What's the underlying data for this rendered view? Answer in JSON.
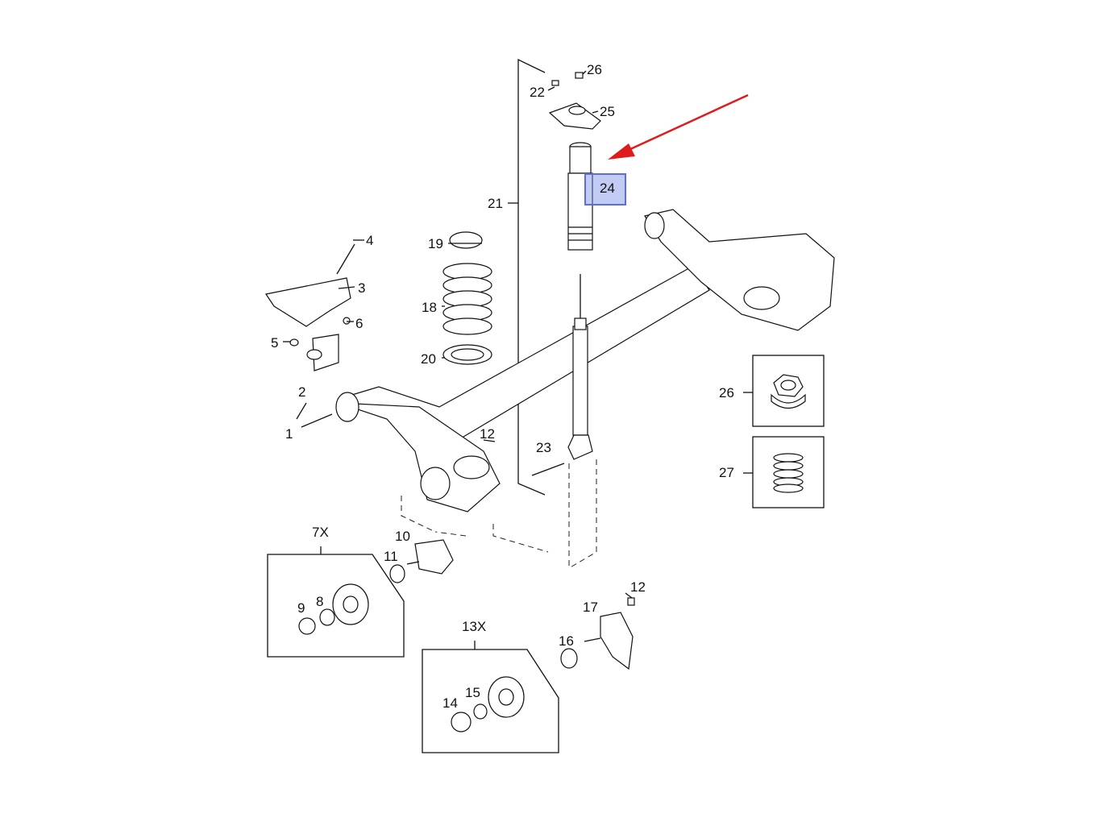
{
  "accent_color": "#e01b1b",
  "highlight_color": "#7f8fe6",
  "callouts": [
    {
      "id": "1",
      "text": "1"
    },
    {
      "id": "2",
      "text": "2"
    },
    {
      "id": "3",
      "text": "3"
    },
    {
      "id": "4",
      "text": "4"
    },
    {
      "id": "5",
      "text": "5"
    },
    {
      "id": "6",
      "text": "6"
    },
    {
      "id": "7X",
      "text": "7X"
    },
    {
      "id": "8",
      "text": "8"
    },
    {
      "id": "9",
      "text": "9"
    },
    {
      "id": "10",
      "text": "10"
    },
    {
      "id": "11",
      "text": "11"
    },
    {
      "id": "12a",
      "text": "12"
    },
    {
      "id": "12b",
      "text": "12"
    },
    {
      "id": "13X",
      "text": "13X"
    },
    {
      "id": "14",
      "text": "14"
    },
    {
      "id": "15",
      "text": "15"
    },
    {
      "id": "16",
      "text": "16"
    },
    {
      "id": "17",
      "text": "17"
    },
    {
      "id": "18",
      "text": "18"
    },
    {
      "id": "19",
      "text": "19"
    },
    {
      "id": "20",
      "text": "20"
    },
    {
      "id": "21",
      "text": "21"
    },
    {
      "id": "22",
      "text": "22"
    },
    {
      "id": "23",
      "text": "23"
    },
    {
      "id": "24",
      "text": "24"
    },
    {
      "id": "25",
      "text": "25"
    },
    {
      "id": "26a",
      "text": "26"
    },
    {
      "id": "26b",
      "text": "26"
    },
    {
      "id": "27",
      "text": "27"
    }
  ],
  "highlighted_part": "24"
}
